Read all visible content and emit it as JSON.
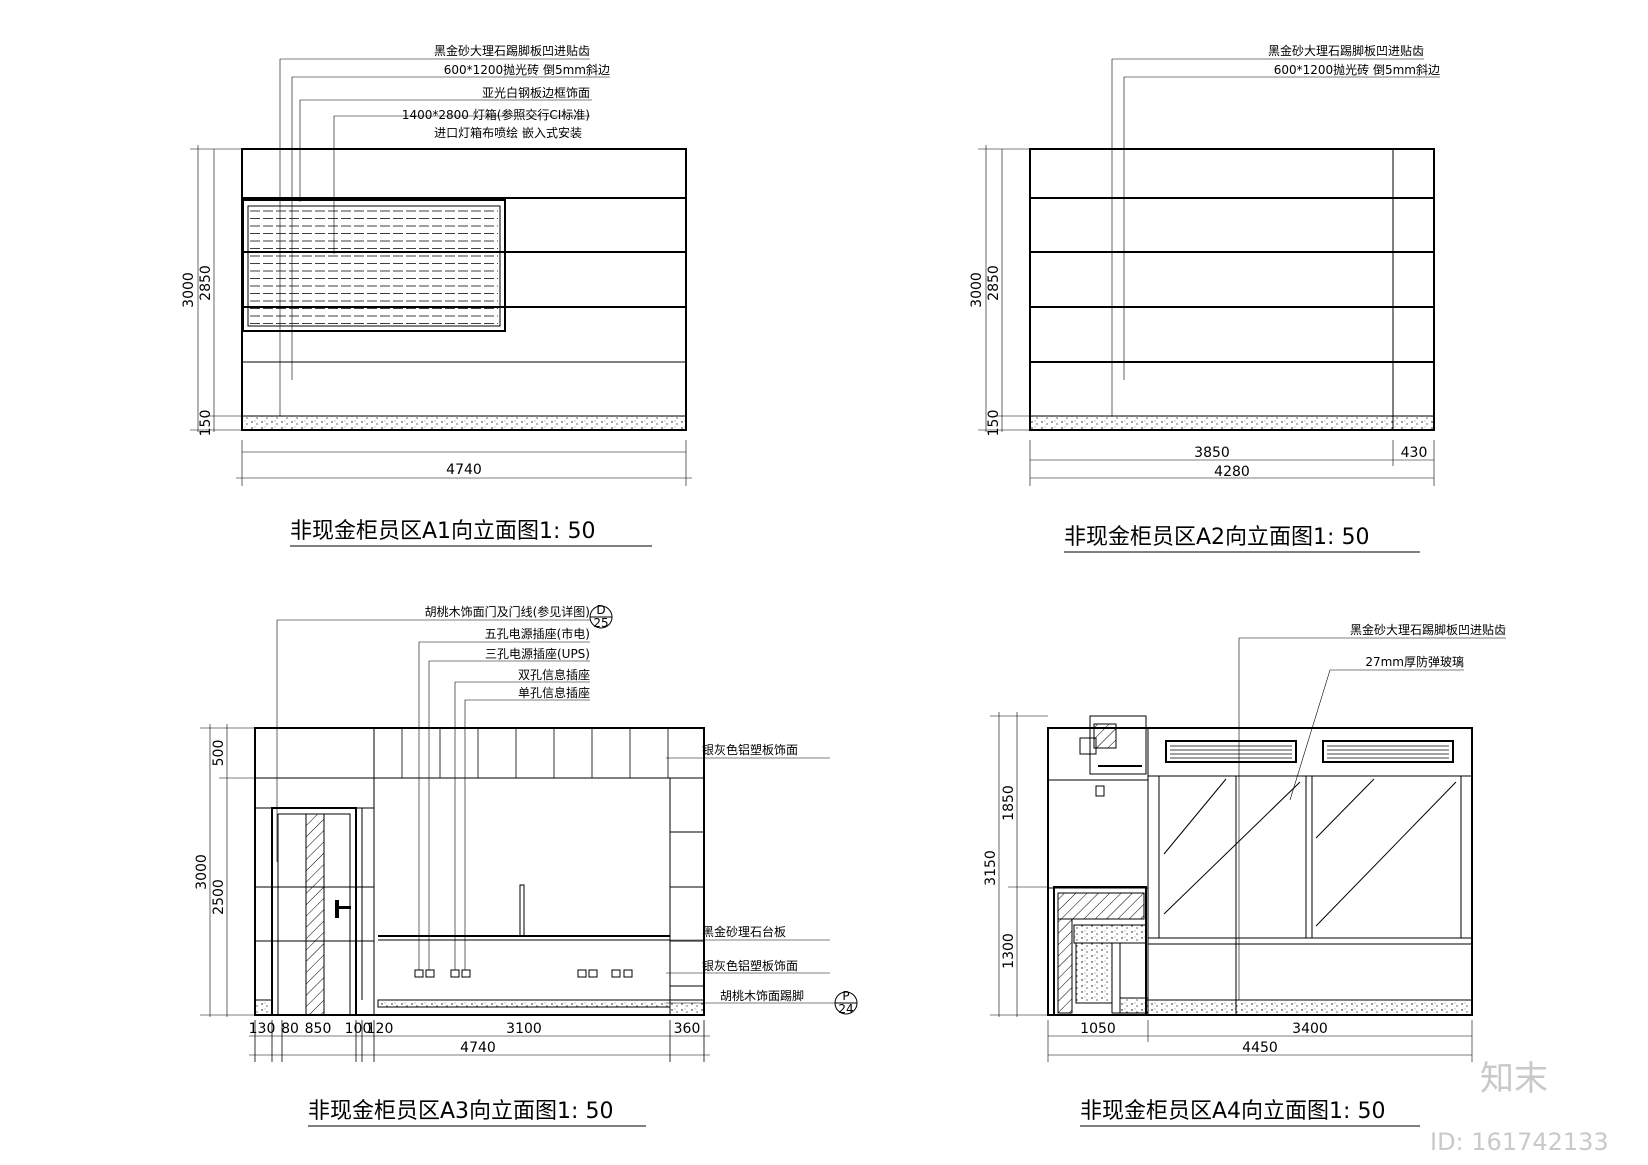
{
  "drawings": {
    "a1": {
      "title": "非现金柜员区A1向立面图1: 50",
      "notes": [
        "黑金砂大理石踢脚板凹进贴齿",
        "600*1200抛光砖 倒5mm斜边",
        "亚光白钢板边框饰面",
        "1400*2800 灯箱(参照交行CI标准)",
        "进口灯箱布喷绘 嵌入式安装"
      ],
      "dims": {
        "h_total": "3000",
        "h_wall": "2850",
        "h_base": "150",
        "w_total": "4740"
      }
    },
    "a2": {
      "title": "非现金柜员区A2向立面图1: 50",
      "notes": [
        "黑金砂大理石踢脚板凹进贴齿",
        "600*1200抛光砖 倒5mm斜边"
      ],
      "dims": {
        "h_total": "3000",
        "h_wall": "2850",
        "h_base": "150",
        "w_a": "3850",
        "w_b": "430",
        "w_total": "4280"
      }
    },
    "a3": {
      "title": "非现金柜员区A3向立面图1: 50",
      "notes": [
        "胡桃木饰面门及门线(参见详图)",
        "五孔电源插座(市电)",
        "三孔电源插座(UPS)",
        "双孔信息插座",
        "单孔信息插座"
      ],
      "side_notes": [
        "银灰色铝塑板饰面",
        "黑金砂理石台板",
        "银灰色铝塑板饰面",
        "胡桃木饰面踢脚"
      ],
      "detail_ref": {
        "top": "D",
        "bottom": "25"
      },
      "detail_ref2": {
        "top": "P",
        "bottom": "24"
      },
      "dims": {
        "h_total": "3000",
        "h_top": "500",
        "h_mid": "2500",
        "w_segs": [
          "130",
          "80",
          "850",
          "100",
          "120",
          "3100",
          "360"
        ],
        "w_total": "4740"
      }
    },
    "a4": {
      "title": "非现金柜员区A4向立面图1: 50",
      "notes": [
        "黑金砂大理石踢脚板凹进贴齿",
        "27mm厚防弹玻璃"
      ],
      "dims": {
        "h_total": "3150",
        "h_top": "1850",
        "h_bot": "1300",
        "w_a": "1050",
        "w_b": "3400",
        "w_total": "4450"
      }
    }
  },
  "watermark": {
    "logo": "知末",
    "id": "ID: 161742133"
  }
}
